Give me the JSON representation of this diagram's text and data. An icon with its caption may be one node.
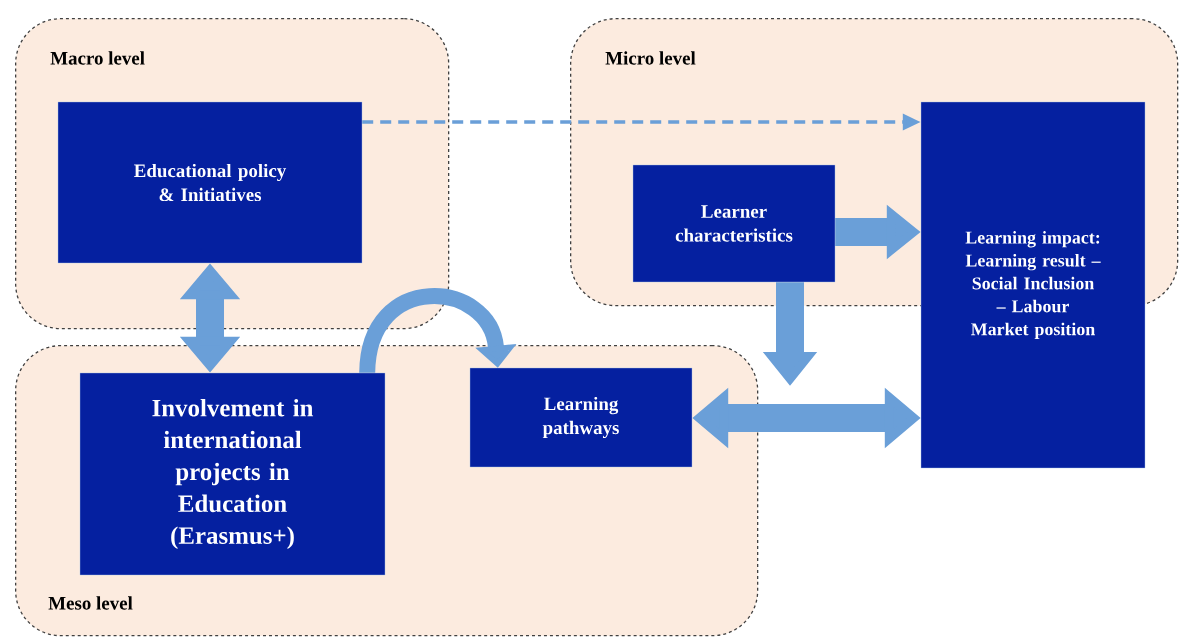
{
  "diagram": {
    "nodes": [
      {
        "text": [
          "Macro level"
        ]
      },
      {
        "text": [
          "Educational policy & Initiatives"
        ],
        "in": 0
      },
      {
        "text": [
          "Micro level"
        ]
      },
      {
        "text": [
          "Learner characteristics"
        ],
        "in": 2
      },
      {
        "text": [
          "Learning impact: Learning result – Social Inclusion – Labour Market position"
        ]
      },
      {
        "text": [
          "Meso level"
        ]
      },
      {
        "text": [
          "Involvement in international projects in Education (Erasmus+)"
        ],
        "in": 5
      },
      {
        "text": [
          "Learning pathways"
        ],
        "in": 5
      }
    ],
    "edges": [
      {
        "from": 1,
        "to": 4,
        "arrow": "to",
        "style": "dashed",
        "color": "#6a9fd8"
      },
      {
        "from": 1,
        "to": 6,
        "arrow": "both"
      },
      {
        "from": 6,
        "to": 7,
        "arrow": "to"
      },
      {
        "from": 3,
        "to": 4,
        "arrow": "to"
      },
      {
        "from": 3,
        "to": null,
        "arrow": "to"
      },
      {
        "from": 7,
        "to": 4,
        "arrow": "both"
      }
    ]
  }
}
